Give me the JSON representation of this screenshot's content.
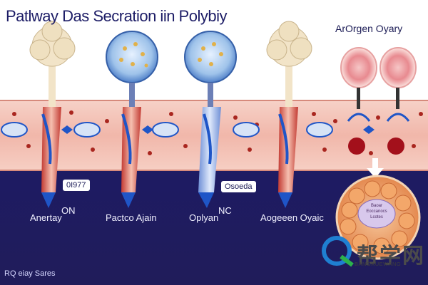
{
  "title": "Patlway Das Secration iin Polybiy",
  "top_right_label": "ArOrgen Oyary",
  "bottom_labels": {
    "col1": "Anertay",
    "col1_side": "ON",
    "col2": "Pactco Ajain",
    "col3": "Oplyan",
    "col3_side": "NC",
    "col4": "Aogeeen Oyaic"
  },
  "code_boxes": {
    "box1": "0I977",
    "box2": "Osoeda"
  },
  "cluster_text": [
    "Baoar",
    "Eoccanocs",
    "Lcotes"
  ],
  "footer": "RQ eiay Sares",
  "watermark": {
    "main": "帮学网",
    "sub": "BANGXUEWANG"
  },
  "colors": {
    "background": "#1d1a5c",
    "tissue": "#f1b7aa",
    "vessel_blue": "#1f55c7",
    "vessel_red": "#c0241f",
    "tree": "#f2e4c8"
  }
}
